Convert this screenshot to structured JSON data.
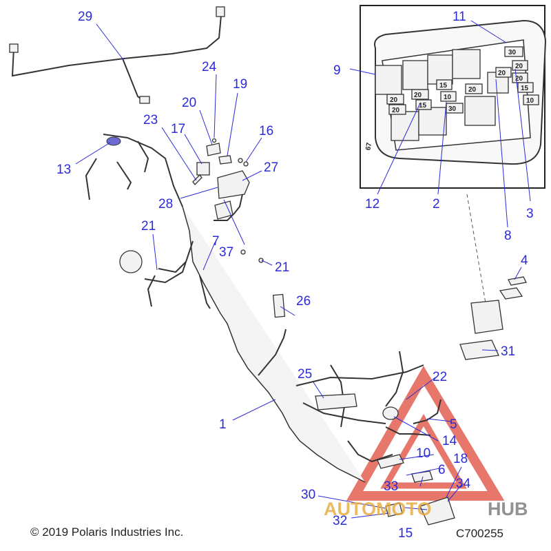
{
  "callouts": [
    {
      "id": "c1",
      "label": "1"
    },
    {
      "id": "c2",
      "label": "2"
    },
    {
      "id": "c3",
      "label": "3"
    },
    {
      "id": "c4",
      "label": "4"
    },
    {
      "id": "c5",
      "label": "5"
    },
    {
      "id": "c6",
      "label": "6"
    },
    {
      "id": "c7",
      "label": "7"
    },
    {
      "id": "c8",
      "label": "8"
    },
    {
      "id": "c9",
      "label": "9"
    },
    {
      "id": "c10",
      "label": "10"
    },
    {
      "id": "c11",
      "label": "11"
    },
    {
      "id": "c12",
      "label": "12"
    },
    {
      "id": "c13",
      "label": "13"
    },
    {
      "id": "c14",
      "label": "14"
    },
    {
      "id": "c15",
      "label": "15"
    },
    {
      "id": "c16",
      "label": "16"
    },
    {
      "id": "c17",
      "label": "17"
    },
    {
      "id": "c18",
      "label": "18"
    },
    {
      "id": "c19",
      "label": "19"
    },
    {
      "id": "c20",
      "label": "20"
    },
    {
      "id": "c21a",
      "label": "21"
    },
    {
      "id": "c21b",
      "label": "21"
    },
    {
      "id": "c22",
      "label": "22"
    },
    {
      "id": "c23",
      "label": "23"
    },
    {
      "id": "c24",
      "label": "24"
    },
    {
      "id": "c25",
      "label": "25"
    },
    {
      "id": "c26",
      "label": "26"
    },
    {
      "id": "c27",
      "label": "27"
    },
    {
      "id": "c28",
      "label": "28"
    },
    {
      "id": "c29",
      "label": "29"
    },
    {
      "id": "c30",
      "label": "30"
    },
    {
      "id": "c31",
      "label": "31"
    },
    {
      "id": "c32",
      "label": "32"
    },
    {
      "id": "c33",
      "label": "33"
    },
    {
      "id": "c34",
      "label": "34"
    },
    {
      "id": "c37",
      "label": "37"
    }
  ],
  "fuse_box": {
    "fuse_labels": [
      "30",
      "20",
      "20",
      "20",
      "15",
      "20",
      "20",
      "15",
      "20",
      "10",
      "20",
      "30",
      "15",
      "10"
    ],
    "box_marking": "67"
  },
  "footer": {
    "copyright": "© 2019 Polaris Industries Inc.",
    "diagram_code": "C700255"
  },
  "watermark": {
    "text_part1": "AUTOMOTO",
    "text_part2": "HUB",
    "color_primary": "#e04a3a",
    "color_secondary": "#777777"
  },
  "colors": {
    "callout": "#2a2ad8",
    "line": "#333333"
  }
}
